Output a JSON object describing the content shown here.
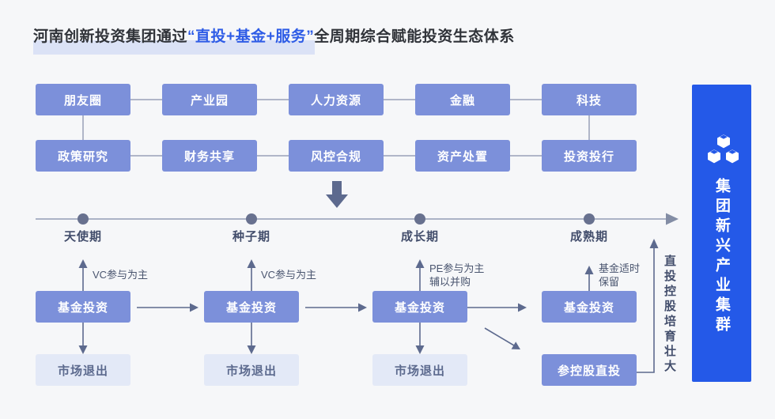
{
  "title": {
    "prefix": "河南创新投资集团通过",
    "highlight": "“直投+基金+服务”",
    "suffix": "全周期综合赋能投资生态体系"
  },
  "service_matrix": {
    "row1": [
      "朋友圈",
      "产业园",
      "人力资源",
      "金融",
      "科技"
    ],
    "row2": [
      "政策研究",
      "财务共享",
      "风控合规",
      "资产处置",
      "投资投行"
    ]
  },
  "stages": [
    "天使期",
    "种子期",
    "成长期",
    "成熟期"
  ],
  "flow": {
    "columns": [
      {
        "note": "VC参与为主",
        "fund": "基金投资",
        "exit": "市场退出"
      },
      {
        "note": "VC参与为主",
        "fund": "基金投资",
        "exit": "市场退出"
      },
      {
        "note": "PE参与为主\n辅以并购",
        "fund": "基金投资",
        "exit": "市场退出"
      },
      {
        "note": "基金适时\n保留",
        "fund": "基金投资",
        "direct": "参控股直投"
      }
    ],
    "vertical_note": "直投控股培育壮大"
  },
  "right_bar": {
    "label": "集团新兴产业集群",
    "icon": "cubes-icon"
  },
  "colors": {
    "page-bg": "#F6F7F9",
    "box-blue": "#7C90DA",
    "box-light": "#E3E9F7",
    "box-light-text": "#5C6A8E",
    "accent-blue": "#2459E8",
    "title-accent": "#2E5CE6",
    "title-text": "#303339",
    "title-highlight": "#DBE2F6",
    "line-gray": "#98A1B8",
    "arrow-dark": "#5D6A8E",
    "timeline-line": "#ABB3C6",
    "timeline-head": "#838DA5",
    "timeline-dot": "#68718F",
    "label-text": "#434E6C",
    "note-text": "#4A556F"
  }
}
